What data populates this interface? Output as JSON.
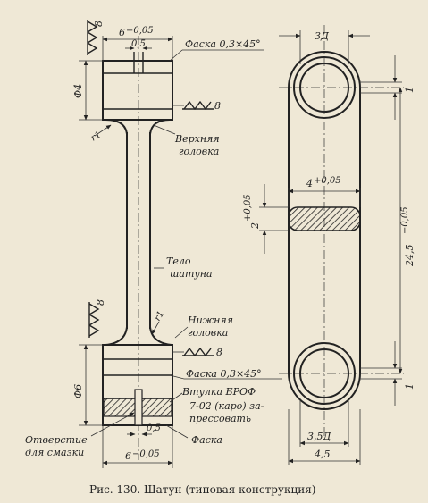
{
  "figure": {
    "caption": "Рис. 130. Шатун (типовая конструкция)"
  },
  "left_view": {
    "dim_top_width": "6",
    "dim_top_width_tol": "−0,05",
    "dim_slot": "0,5",
    "chamfer_top": "Фаска 0,3×45°",
    "dim_head_dia": "Ф4",
    "roughness_top": "8",
    "roughness_right_top": "8",
    "fillet_top": "r1",
    "upper_head_label_1": "Верхняя",
    "upper_head_label_2": "головка",
    "body_label_1": "Тело",
    "body_label_2": "шатуна",
    "roughness_lower": "8",
    "fillet_lower": "r1",
    "lower_head_label_1": "Нижняя",
    "lower_head_label_2": "головка",
    "roughness_right_lower": "8",
    "chamfer_lower": "Фаска 0,3×45°",
    "dim_lower_dia": "Ф6",
    "bushing_1": "Втулка БРОФ",
    "bushing_2": "7-02 (каро) за-",
    "bushing_3": "прессовать",
    "hole_label_1": "Отверстие",
    "hole_label_2": "для смазки",
    "dim_hole": "0,5",
    "chamfer_label": "Фаска",
    "dim_bottom_width": "6",
    "dim_bottom_width_tol": "−0,05"
  },
  "right_view": {
    "dim_top": "3Д",
    "dim_right_top": "1",
    "dim_section_w": "4",
    "dim_section_w_tol": "+0,05",
    "dim_section_h": "2",
    "dim_section_h_tol": "+0,05",
    "dim_center": "24,5",
    "dim_center_tol": "−0,05",
    "dim_right_bottom": "1",
    "dim_bore": "3,5Д",
    "dim_bottom": "4,5"
  }
}
